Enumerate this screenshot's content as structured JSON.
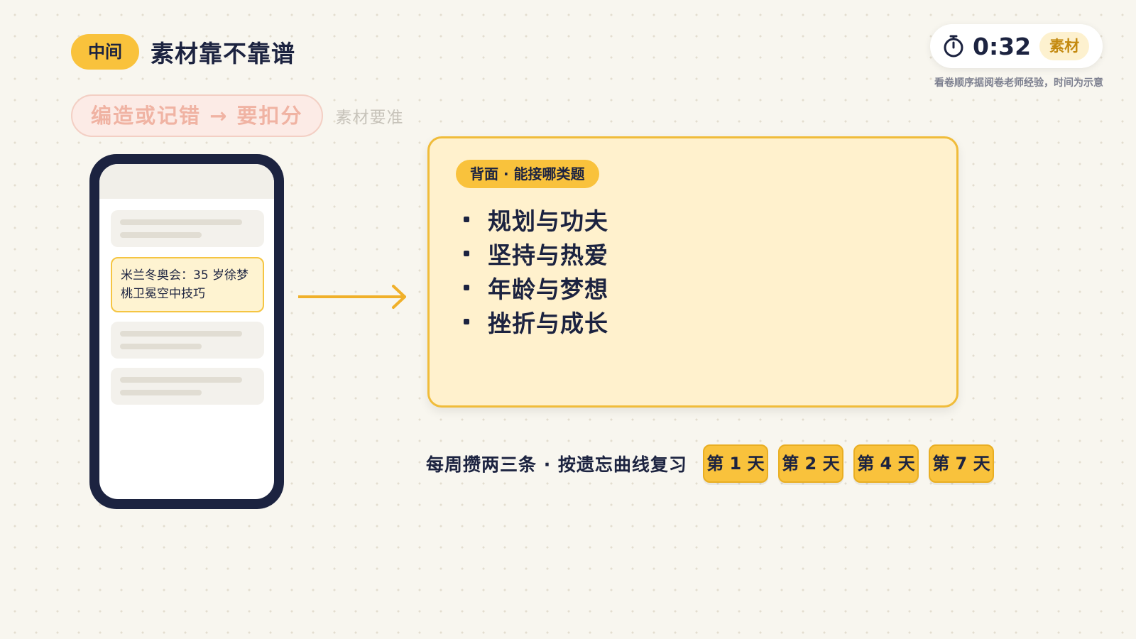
{
  "header": {
    "section_pill": "中间",
    "title": "素材靠不靠谱"
  },
  "warning": {
    "pill": "编造或记错 → 要扣分",
    "note": "素材要准"
  },
  "timer": {
    "icon": "stopwatch-icon",
    "time": "0:32",
    "tag": "素材",
    "note": "看卷顺序据阅卷老师经验，时间为示意"
  },
  "phone": {
    "highlight_text": "米兰冬奥会：35 岁徐梦桃卫冕空中技巧"
  },
  "card": {
    "tag": "背面 · 能接哪类题",
    "items": [
      "规划与功夫",
      "坚持与热爱",
      "年龄与梦想",
      "挫折与成长"
    ]
  },
  "review": {
    "label": "每周攒两三条 · 按遗忘曲线复习",
    "days": [
      "第 1 天",
      "第 2 天",
      "第 4 天",
      "第 7 天"
    ]
  },
  "colors": {
    "accent": "#f9c23c",
    "navy": "#1c2340",
    "card_bg": "#fff1cd",
    "warning": "#f0b3a3"
  }
}
